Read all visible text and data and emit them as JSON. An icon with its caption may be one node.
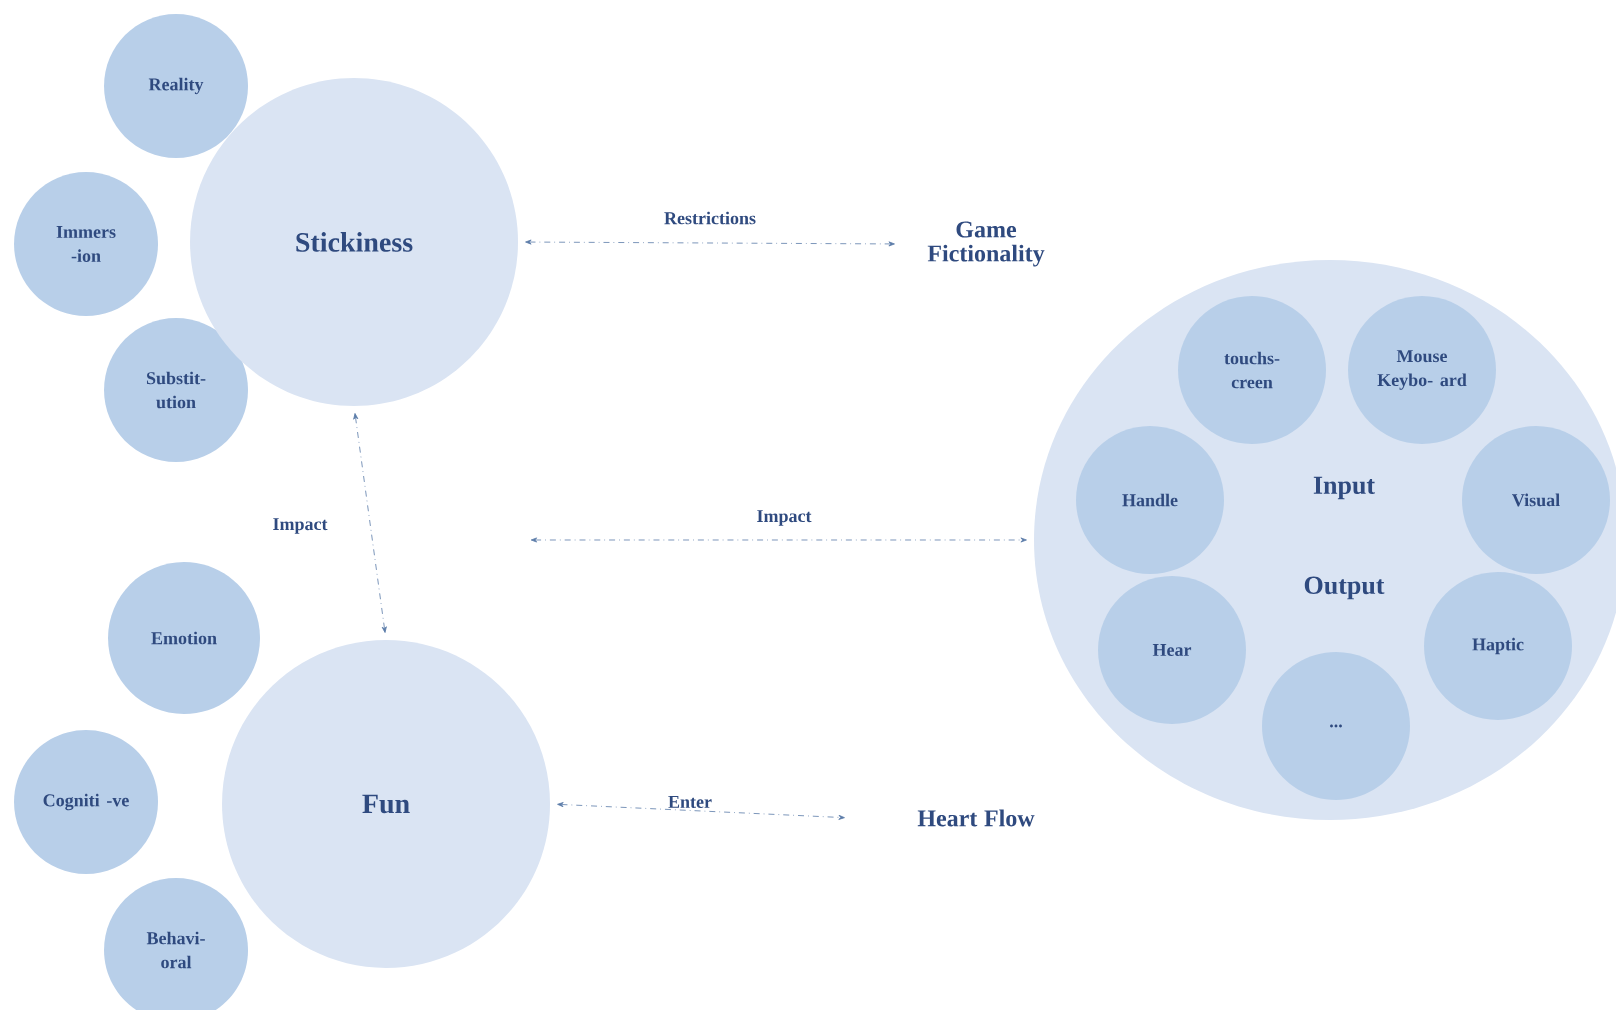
{
  "diagram": {
    "nodes": [
      {
        "text": [
          "Reality"
        ]
      },
      {
        "text": [
          "Immers -ion"
        ]
      },
      {
        "text": [
          "Substit- ution"
        ]
      },
      {
        "text": [
          "Stickiness"
        ]
      },
      {
        "text": [
          "Game Fictionality"
        ]
      },
      {
        "text": [
          "Emotion"
        ]
      },
      {
        "text": [
          "Cogniti -ve"
        ]
      },
      {
        "text": [
          "Behavi- oral"
        ]
      },
      {
        "text": [
          "Fun"
        ]
      },
      {
        "text": [
          "Heart Flow"
        ]
      },
      {
        "text": [
          "Input",
          "Output"
        ]
      },
      {
        "text": [
          "touchs- creen"
        ],
        "in": 10
      },
      {
        "text": [
          "Mouse Keybo- ard"
        ],
        "in": 10
      },
      {
        "text": [
          "Handle"
        ],
        "in": 10
      },
      {
        "text": [
          "Visual"
        ],
        "in": 10
      },
      {
        "text": [
          "Hear"
        ],
        "in": 10
      },
      {
        "text": [
          "Haptic"
        ],
        "in": 10
      },
      {
        "text": [
          "..."
        ],
        "in": 10
      }
    ],
    "edges": [
      {
        "from": 3,
        "to": 4,
        "arrow": "both",
        "label": "Restrictions"
      },
      {
        "from": 3,
        "to": 8,
        "arrow": "both",
        "label": "Impact"
      },
      {
        "from": null,
        "to": 10,
        "arrow": "both",
        "label": "Impact"
      },
      {
        "from": 8,
        "to": 9,
        "arrow": "both",
        "label": "Enter"
      }
    ]
  }
}
